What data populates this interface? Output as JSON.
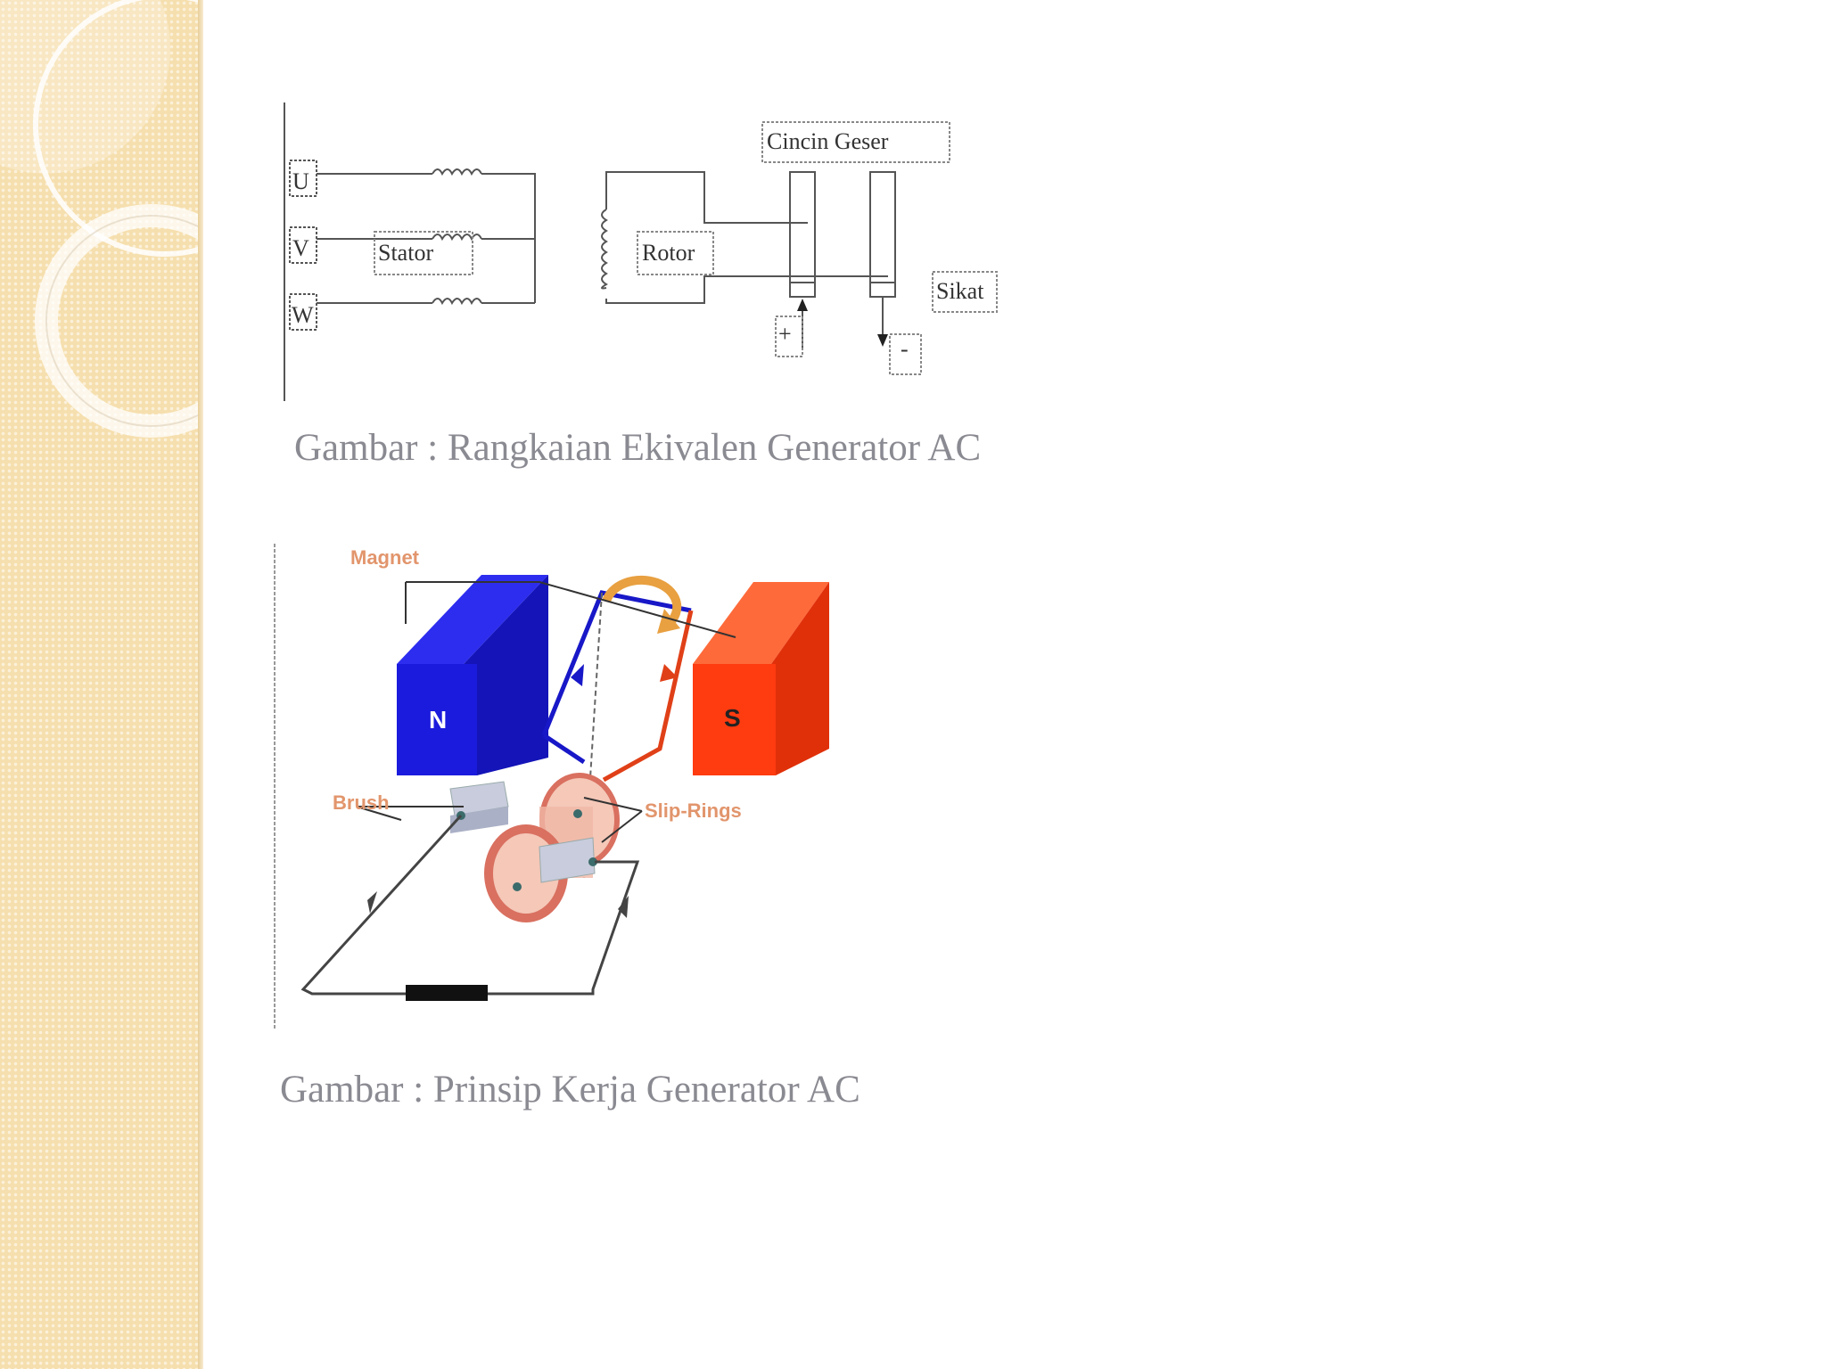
{
  "diagram1": {
    "phase_labels": [
      "U",
      "V",
      "W"
    ],
    "stator_label": "Stator",
    "rotor_label": "Rotor",
    "slip_ring_label": "Cincin Geser",
    "brush_label": "Sikat",
    "plus_label": "+",
    "minus_label": "-",
    "caption": "Gambar : Rangkaian Ekivalen Generator AC"
  },
  "diagram2": {
    "magnet_label": "Magnet",
    "north_label": "N",
    "south_label": "S",
    "brush_label": "Brush",
    "slip_rings_label": "Slip-Rings",
    "caption": "Gambar : Prinsip Kerja Generator AC"
  },
  "colors": {
    "sidebar": "#f6dfae",
    "north_pole": "#1b1bdd",
    "south_pole": "#ff3b10",
    "caption_text": "#8a8a92",
    "rotation_arrow": "#e8a040",
    "slip_ring": "#d97060"
  }
}
